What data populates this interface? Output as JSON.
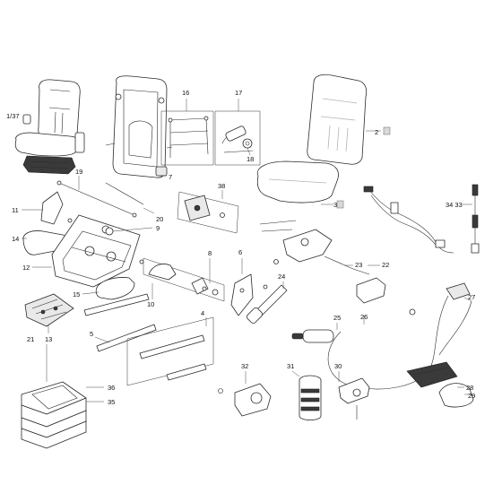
{
  "diagram": {
    "callouts": [
      {
        "id": "c1_37",
        "text": "1/37"
      },
      {
        "id": "c2",
        "text": "2"
      },
      {
        "id": "c3",
        "text": "3"
      },
      {
        "id": "c4",
        "text": "4"
      },
      {
        "id": "c5",
        "text": "5"
      },
      {
        "id": "c6",
        "text": "6"
      },
      {
        "id": "c7",
        "text": "7"
      },
      {
        "id": "c8",
        "text": "8"
      },
      {
        "id": "c9",
        "text": "9"
      },
      {
        "id": "c10",
        "text": "10"
      },
      {
        "id": "c11",
        "text": "11"
      },
      {
        "id": "c12",
        "text": "12"
      },
      {
        "id": "c13",
        "text": "13"
      },
      {
        "id": "c14",
        "text": "14"
      },
      {
        "id": "c15",
        "text": "15"
      },
      {
        "id": "c16",
        "text": "16"
      },
      {
        "id": "c17",
        "text": "17"
      },
      {
        "id": "c18",
        "text": "18"
      },
      {
        "id": "c19",
        "text": "19"
      },
      {
        "id": "c20",
        "text": "20"
      },
      {
        "id": "c21",
        "text": "21"
      },
      {
        "id": "c22",
        "text": "22"
      },
      {
        "id": "c23",
        "text": "23"
      },
      {
        "id": "c24",
        "text": "24"
      },
      {
        "id": "c25",
        "text": "25"
      },
      {
        "id": "c26",
        "text": "26"
      },
      {
        "id": "c27",
        "text": "27"
      },
      {
        "id": "c28",
        "text": "28"
      },
      {
        "id": "c29",
        "text": "29"
      },
      {
        "id": "c30",
        "text": "30"
      },
      {
        "id": "c31",
        "text": "31"
      },
      {
        "id": "c32",
        "text": "32"
      },
      {
        "id": "c34_33",
        "text": "34 33"
      },
      {
        "id": "c35",
        "text": "35"
      },
      {
        "id": "c36",
        "text": "36"
      },
      {
        "id": "c38",
        "text": "38"
      }
    ]
  }
}
